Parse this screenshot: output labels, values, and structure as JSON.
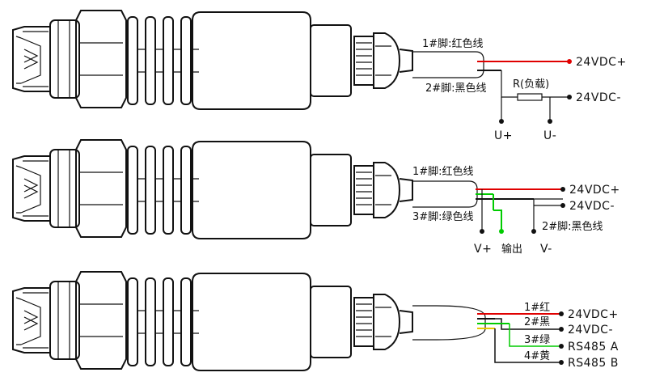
{
  "colors": {
    "red": "#e00000",
    "black": "#111111",
    "green": "#00cc00",
    "yellow": "#e6c800",
    "outline": "#111111"
  },
  "diagram1": {
    "pin1": "1#脚:红色线",
    "pin2": "2#脚:黑色线",
    "load": "R(负载)",
    "supply_pos": "24VDC+",
    "supply_neg": "24VDC-",
    "out_pos": "U+",
    "out_neg": "U-"
  },
  "diagram2": {
    "pin1": "1#脚:红色线",
    "pin3": "3#脚:绿色线",
    "pin2": "2#脚:黑色线",
    "supply_pos": "24VDC+",
    "supply_neg": "24VDC-",
    "v_pos": "V+",
    "output": "输出",
    "v_neg": "V-"
  },
  "diagram3": {
    "w1": "1#红",
    "w2": "2#黑",
    "w3": "3#绿",
    "w4": "4#黄",
    "supply_pos": "24VDC+",
    "supply_neg": "24VDC-",
    "rs485_a": "RS485 A",
    "rs485_b": "RS485 B"
  }
}
